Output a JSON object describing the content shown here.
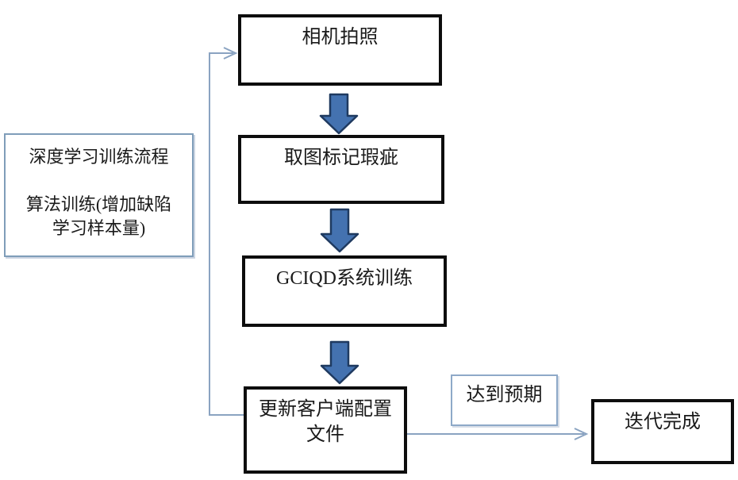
{
  "diagram": {
    "note": {
      "line1": "深度学习训练流程",
      "line2": "算法训练(增加缺陷",
      "line3": "学习样本量)"
    },
    "nodes": {
      "camera": "相机拍照",
      "mark": "取图标记瑕疵",
      "train": "GCIQD系统训练",
      "update_line1": "更新客户端配置",
      "update_line2": "文件",
      "done": "迭代完成"
    },
    "edge_labels": {
      "expected": "达到预期"
    }
  },
  "colors": {
    "background": "#ffffff",
    "box-border": "#0d0d0d",
    "arrow-fill": "#4472b0",
    "arrow-stroke": "#1f3a60",
    "connector": "#8aa3c1",
    "note-border": "#7f9db9",
    "label-border": "#8ea9c8"
  }
}
